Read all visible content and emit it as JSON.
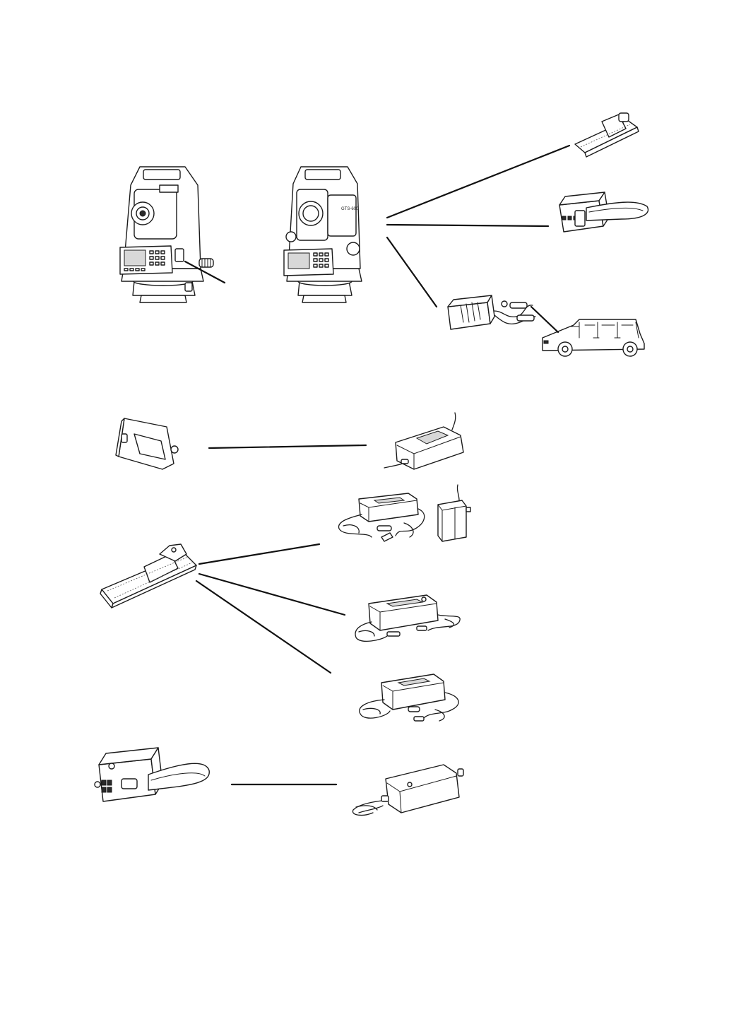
{
  "instrument_model_label": "GTS-600",
  "colors": {
    "ink": "#1a1a1a",
    "background": "#ffffff"
  },
  "items": [
    "total-station-left",
    "total-station-right",
    "battery-pack-top",
    "large-battery-box-top",
    "car-battery-adapter",
    "car",
    "onboard-battery",
    "charger-1",
    "battery-pack-mid",
    "charger-2",
    "transformer-plug",
    "charger-3",
    "charger-4",
    "large-battery-box-bottom",
    "charger-5"
  ]
}
